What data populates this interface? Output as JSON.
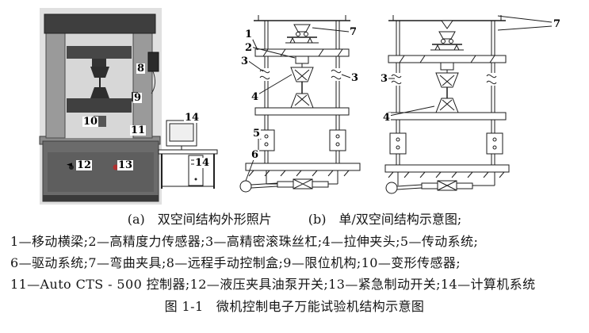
{
  "captions": {
    "a": "(a)　双空间结构外形照片",
    "b": "(b)　单/双空间结构示意图;",
    "legend1": "1—移动横梁;2—高精度力传感器;3—高精密滚珠丝杠;4—拉伸夹头;5—传动系统;",
    "legend2": "6—驱动系统;7—弯曲夹具;8—远程手动控制盒;9—限位机构;10—变形传感器;",
    "legend3": "11—Auto CTS - 500 控制器;12—液压夹具油泵开关;13—紧急制动开关;14—计算机系统",
    "title": "图 1-1　微机控制电子万能试验机结构示意图"
  },
  "photo": {
    "labels": {
      "n8": "8",
      "n9": "9",
      "n10": "10",
      "n11": "11",
      "n12": "12",
      "n13": "13",
      "n14a": "14",
      "n14b": "14"
    }
  },
  "schematic_single": {
    "labels": {
      "n1": "1",
      "n2": "2",
      "n3": "3",
      "n4": "4",
      "n5": "5",
      "n6": "6",
      "n7": "7",
      "n3r": "3"
    }
  },
  "schematic_dual": {
    "labels": {
      "n7": "7",
      "n3": "3",
      "n4": "4"
    }
  },
  "colors": {
    "machine_dark": "#3e3e3e",
    "machine_gray": "#9a9a9a",
    "stop_button_red": "#b03030"
  }
}
